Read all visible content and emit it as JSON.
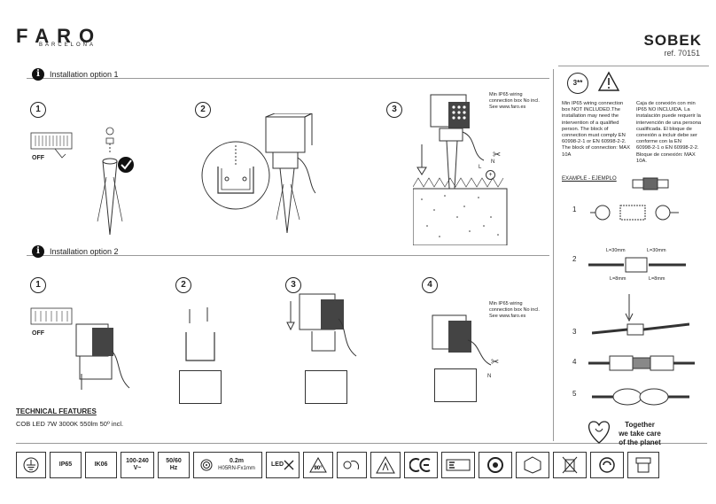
{
  "header": {
    "brand": "FARO",
    "brand_sub": "BARCELONA",
    "model": "SOBEK",
    "ref": "ref. 70151"
  },
  "option1": {
    "title": "Installation option 1",
    "steps": [
      "1",
      "2",
      "3"
    ],
    "off_label": "OFF",
    "note": [
      "Min IP65 wiring",
      "connection box No incl.",
      "See www.faro.es"
    ]
  },
  "option2": {
    "title": "Installation option 2",
    "steps": [
      "1",
      "2",
      "3",
      "4"
    ],
    "off_label": "OFF",
    "note": [
      "Min IP65 wiring",
      "connection box No incl.",
      "See www.faro.es"
    ]
  },
  "wiring_labels": {
    "L": "L",
    "N": "N"
  },
  "right_panel": {
    "badge": "3**",
    "en": [
      "Min IP65 wiring connection",
      "box NOT INCLUDED.The",
      "installation may need the",
      "intervention of a qualified",
      "person. The block of",
      "connection must comply EN",
      "60998-2-1 or EN 60998-2-2.",
      "The block of connection: MAX",
      "10A"
    ],
    "es": [
      "Caja de conexión con min",
      "IP65 NO INCLUIDA. La",
      "instalación puede requerir la",
      "intervención de una persona",
      "cualificada. El bloque de",
      "conexión a incluir debe ser",
      "conforme con la EN",
      "60998-2-1 o EN 60998-2-2.",
      "Bloque de conexión: MAX",
      "10A."
    ],
    "example_label": "EXAMPLE - EJEMPLO",
    "example_numbers": [
      "1",
      "2",
      "3",
      "4",
      "5"
    ],
    "dim_labels": [
      "L=30mm",
      "L=30mm",
      "L=8mm",
      "L=8mm"
    ]
  },
  "tech": {
    "heading": "TECHNICAL FEATURES",
    "text": "COB LED 7W 3000K 550lm 50º incl."
  },
  "together": [
    "Together",
    "we take care",
    "of the planet"
  ],
  "icons": {
    "ip": "IP65",
    "ik": "IK06",
    "voltage": "100-240",
    "voltage_unit": "V~",
    "freq": "50/60",
    "freq_unit": "Hz",
    "cable_len": "0.2m",
    "cable_type": "H05RN-Fx1mm",
    "led": "LED",
    "icon_names": [
      "earth-icon",
      "coil-icon",
      "led-not-replaceable-icon",
      "heat-resist-icon",
      "repair-service-icon",
      "esd-warning-icon",
      "ce-mark-icon",
      "eac-mark-icon",
      "recycle-paper-icon",
      "packaging-icon",
      "weee-bin-icon",
      "green-dot-icon",
      "recycle-bin-icon"
    ]
  },
  "colors": {
    "ink": "#222222",
    "rule": "#999999",
    "white": "#ffffff"
  }
}
